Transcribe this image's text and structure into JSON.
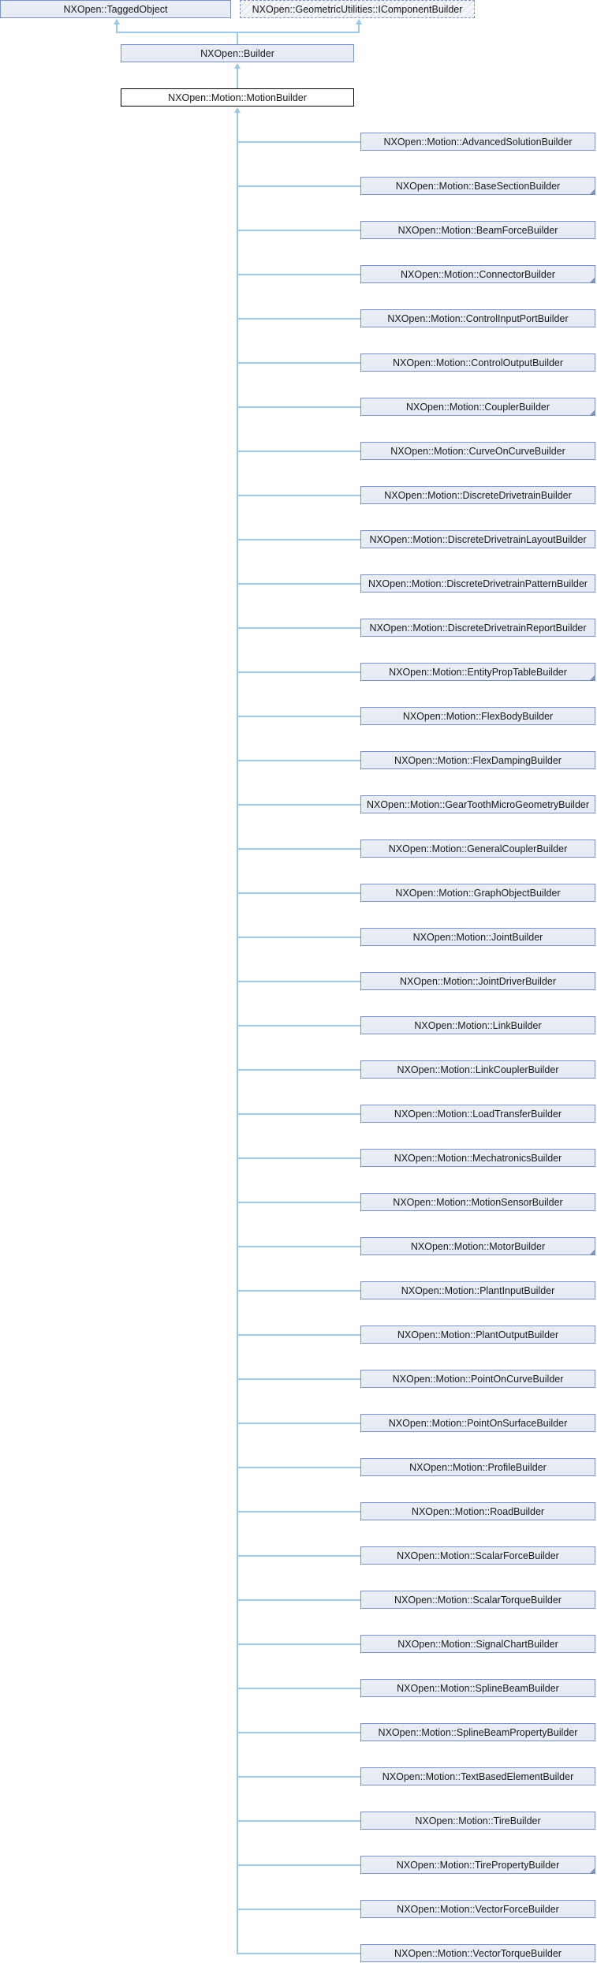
{
  "parents": {
    "tagged_object": "NXOpen::TaggedObject",
    "icomponent_builder": "NXOpen::GeometricUtilities::IComponentBuilder",
    "builder": "NXOpen::Builder"
  },
  "current": "NXOpen::Motion::MotionBuilder",
  "colors": {
    "box_fill": "#e8ecf5",
    "box_border": "#7b93c9",
    "edge": "#9cc8e6"
  },
  "children": [
    {
      "label": "NXOpen::Motion::AdvancedSolutionBuilder",
      "has_subclasses": false
    },
    {
      "label": "NXOpen::Motion::BaseSectionBuilder",
      "has_subclasses": true
    },
    {
      "label": "NXOpen::Motion::BeamForceBuilder",
      "has_subclasses": false
    },
    {
      "label": "NXOpen::Motion::ConnectorBuilder",
      "has_subclasses": true
    },
    {
      "label": "NXOpen::Motion::ControlInputPortBuilder",
      "has_subclasses": false
    },
    {
      "label": "NXOpen::Motion::ControlOutputBuilder",
      "has_subclasses": false
    },
    {
      "label": "NXOpen::Motion::CouplerBuilder",
      "has_subclasses": true
    },
    {
      "label": "NXOpen::Motion::CurveOnCurveBuilder",
      "has_subclasses": false
    },
    {
      "label": "NXOpen::Motion::DiscreteDrivetrainBuilder",
      "has_subclasses": false
    },
    {
      "label": "NXOpen::Motion::DiscreteDrivetrainLayoutBuilder",
      "has_subclasses": false
    },
    {
      "label": "NXOpen::Motion::DiscreteDrivetrainPatternBuilder",
      "has_subclasses": false
    },
    {
      "label": "NXOpen::Motion::DiscreteDrivetrainReportBuilder",
      "has_subclasses": false
    },
    {
      "label": "NXOpen::Motion::EntityPropTableBuilder",
      "has_subclasses": true
    },
    {
      "label": "NXOpen::Motion::FlexBodyBuilder",
      "has_subclasses": false
    },
    {
      "label": "NXOpen::Motion::FlexDampingBuilder",
      "has_subclasses": false
    },
    {
      "label": "NXOpen::Motion::GearToothMicroGeometryBuilder",
      "has_subclasses": false
    },
    {
      "label": "NXOpen::Motion::GeneralCouplerBuilder",
      "has_subclasses": false
    },
    {
      "label": "NXOpen::Motion::GraphObjectBuilder",
      "has_subclasses": false
    },
    {
      "label": "NXOpen::Motion::JointBuilder",
      "has_subclasses": false
    },
    {
      "label": "NXOpen::Motion::JointDriverBuilder",
      "has_subclasses": false
    },
    {
      "label": "NXOpen::Motion::LinkBuilder",
      "has_subclasses": false
    },
    {
      "label": "NXOpen::Motion::LinkCouplerBuilder",
      "has_subclasses": false
    },
    {
      "label": "NXOpen::Motion::LoadTransferBuilder",
      "has_subclasses": false
    },
    {
      "label": "NXOpen::Motion::MechatronicsBuilder",
      "has_subclasses": false
    },
    {
      "label": "NXOpen::Motion::MotionSensorBuilder",
      "has_subclasses": false
    },
    {
      "label": "NXOpen::Motion::MotorBuilder",
      "has_subclasses": true
    },
    {
      "label": "NXOpen::Motion::PlantInputBuilder",
      "has_subclasses": false
    },
    {
      "label": "NXOpen::Motion::PlantOutputBuilder",
      "has_subclasses": false
    },
    {
      "label": "NXOpen::Motion::PointOnCurveBuilder",
      "has_subclasses": false
    },
    {
      "label": "NXOpen::Motion::PointOnSurfaceBuilder",
      "has_subclasses": false
    },
    {
      "label": "NXOpen::Motion::ProfileBuilder",
      "has_subclasses": false
    },
    {
      "label": "NXOpen::Motion::RoadBuilder",
      "has_subclasses": false
    },
    {
      "label": "NXOpen::Motion::ScalarForceBuilder",
      "has_subclasses": false
    },
    {
      "label": "NXOpen::Motion::ScalarTorqueBuilder",
      "has_subclasses": false
    },
    {
      "label": "NXOpen::Motion::SignalChartBuilder",
      "has_subclasses": false
    },
    {
      "label": "NXOpen::Motion::SplineBeamBuilder",
      "has_subclasses": false
    },
    {
      "label": "NXOpen::Motion::SplineBeamPropertyBuilder",
      "has_subclasses": false
    },
    {
      "label": "NXOpen::Motion::TextBasedElementBuilder",
      "has_subclasses": false
    },
    {
      "label": "NXOpen::Motion::TireBuilder",
      "has_subclasses": false
    },
    {
      "label": "NXOpen::Motion::TirePropertyBuilder",
      "has_subclasses": true
    },
    {
      "label": "NXOpen::Motion::VectorForceBuilder",
      "has_subclasses": false
    },
    {
      "label": "NXOpen::Motion::VectorTorqueBuilder",
      "has_subclasses": false
    }
  ]
}
